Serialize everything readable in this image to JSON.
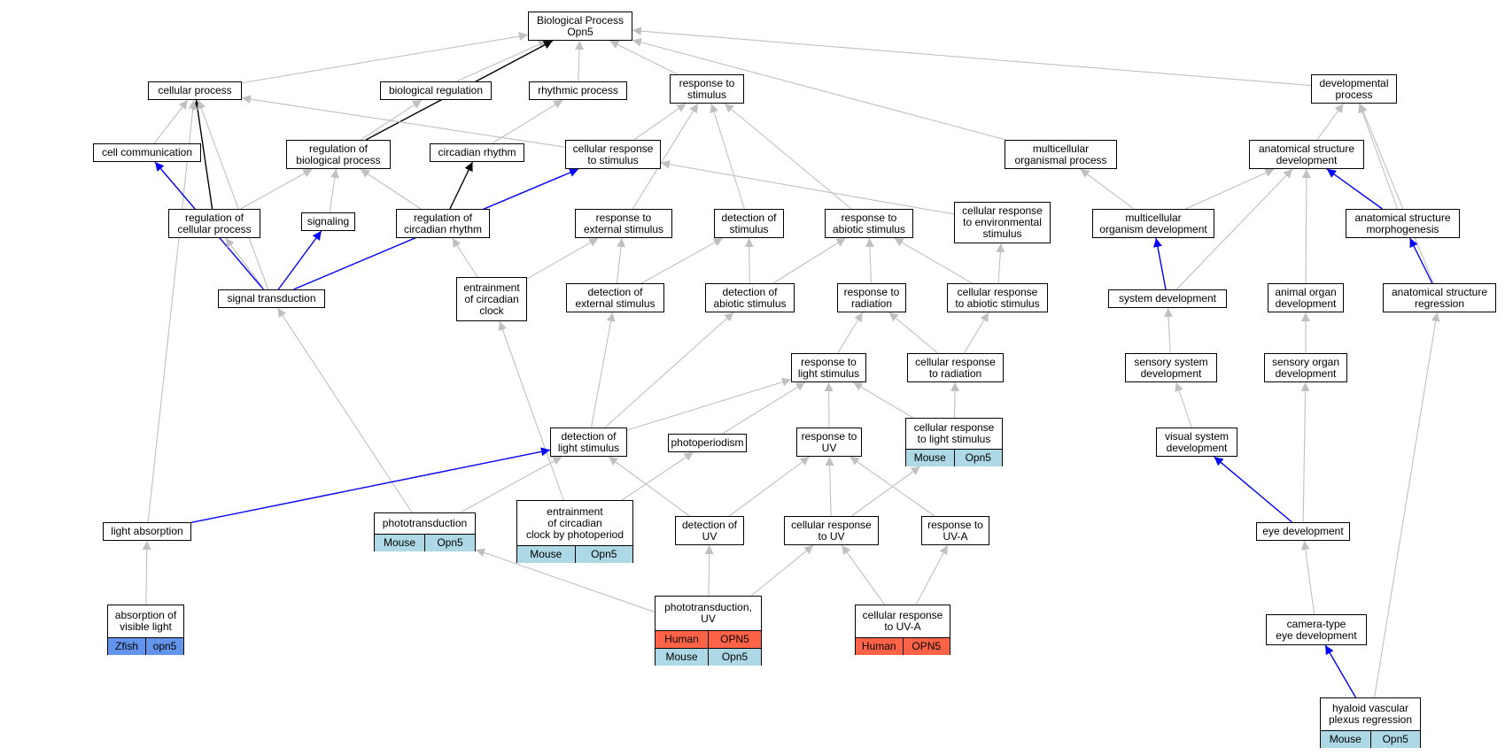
{
  "colors": {
    "gray_edge": "#c0c0c0",
    "black_edge": "#000000",
    "blue_edge": "#0000ff",
    "mouse_fill": "#add8e6",
    "human_fill": "#ff6347",
    "zfish_fill": "#6495ed"
  },
  "nodes": {
    "bp": {
      "label": "Biological Process\nOpn5"
    },
    "cellular_process": {
      "label": "cellular process"
    },
    "biological_regulation": {
      "label": "biological regulation"
    },
    "rhythmic_process": {
      "label": "rhythmic process"
    },
    "response_to_stimulus": {
      "label": "response to\nstimulus"
    },
    "developmental_process": {
      "label": "developmental\nprocess"
    },
    "cell_communication": {
      "label": "cell communication"
    },
    "regulation_of_biological_process": {
      "label": "regulation of\nbiological process"
    },
    "circadian_rhythm": {
      "label": "circadian rhythm"
    },
    "cellular_response_to_stimulus": {
      "label": "cellular response\nto stimulus"
    },
    "multicellular_organismal_process": {
      "label": "multicellular\norganismal process"
    },
    "anatomical_structure_development": {
      "label": "anatomical structure\ndevelopment"
    },
    "regulation_of_cellular_process": {
      "label": "regulation of\ncellular process"
    },
    "signaling": {
      "label": "signaling"
    },
    "regulation_of_circadian_rhythm": {
      "label": "regulation of\ncircadian rhythm"
    },
    "response_to_external_stimulus": {
      "label": "response to\nexternal stimulus"
    },
    "detection_of_stimulus": {
      "label": "detection of\nstimulus"
    },
    "response_to_abiotic_stimulus": {
      "label": "response to\nabiotic stimulus"
    },
    "cellular_response_to_environmental_stimulus": {
      "label": "cellular response\nto environmental\nstimulus"
    },
    "multicellular_organism_development": {
      "label": "multicellular\norganism development"
    },
    "anatomical_structure_morphogenesis": {
      "label": "anatomical structure\nmorphogenesis"
    },
    "signal_transduction": {
      "label": "signal transduction"
    },
    "entrainment_of_circadian_clock": {
      "label": "entrainment\nof circadian\nclock"
    },
    "detection_of_external_stimulus": {
      "label": "detection of\nexternal stimulus"
    },
    "detection_of_abiotic_stimulus": {
      "label": "detection of\nabiotic stimulus"
    },
    "response_to_radiation": {
      "label": "response to\nradiation"
    },
    "cellular_response_to_abiotic_stimulus": {
      "label": "cellular response\nto abiotic stimulus"
    },
    "system_development": {
      "label": "system development"
    },
    "animal_organ_development": {
      "label": "animal organ\ndevelopment"
    },
    "anatomical_structure_regression": {
      "label": "anatomical structure\nregression"
    },
    "response_to_light_stimulus": {
      "label": "response to\nlight stimulus"
    },
    "cellular_response_to_radiation": {
      "label": "cellular response\nto radiation"
    },
    "sensory_system_development": {
      "label": "sensory system\ndevelopment"
    },
    "sensory_organ_development": {
      "label": "sensory organ\ndevelopment"
    },
    "detection_of_light_stimulus": {
      "label": "detection of\nlight stimulus"
    },
    "photoperiodism": {
      "label": "photoperiodism"
    },
    "response_to_uv": {
      "label": "response to\nUV"
    },
    "cellular_response_to_light_stimulus": {
      "label": "cellular response\nto light stimulus",
      "genes": [
        [
          "Mouse",
          "Opn5"
        ]
      ]
    },
    "visual_system_development": {
      "label": "visual system\ndevelopment"
    },
    "light_absorption": {
      "label": "light absorption"
    },
    "phototransduction": {
      "label": "phototransduction",
      "genes": [
        [
          "Mouse",
          "Opn5"
        ]
      ]
    },
    "entrainment_by_photoperiod": {
      "label": "entrainment\nof circadian\nclock by photoperiod",
      "genes": [
        [
          "Mouse",
          "Opn5"
        ]
      ]
    },
    "detection_of_uv": {
      "label": "detection of\nUV"
    },
    "cellular_response_to_uv": {
      "label": "cellular response\nto UV"
    },
    "response_to_uva": {
      "label": "response to\nUV-A"
    },
    "eye_development": {
      "label": "eye development"
    },
    "absorption_of_visible_light": {
      "label": "absorption of\nvisible light",
      "genes": [
        [
          "Zfish",
          "opn5"
        ]
      ]
    },
    "phototransduction_uv": {
      "label": "phototransduction,\nUV",
      "genes": [
        [
          "Human",
          "OPN5"
        ],
        [
          "Mouse",
          "Opn5"
        ]
      ]
    },
    "cellular_response_to_uva": {
      "label": "cellular response\nto UV-A",
      "genes": [
        [
          "Human",
          "OPN5"
        ]
      ]
    },
    "camera_type_eye_development": {
      "label": "camera-type\neye development"
    },
    "hyaloid_vascular_plexus_regression": {
      "label": "hyaloid vascular\nplexus regression",
      "genes": [
        [
          "Mouse",
          "Opn5"
        ]
      ]
    }
  },
  "edges": [
    [
      "cellular_process",
      "bp",
      "gray"
    ],
    [
      "biological_regulation",
      "bp",
      "gray"
    ],
    [
      "rhythmic_process",
      "bp",
      "gray"
    ],
    [
      "response_to_stimulus",
      "bp",
      "gray"
    ],
    [
      "developmental_process",
      "bp",
      "gray"
    ],
    [
      "multicellular_organismal_process",
      "bp",
      "gray"
    ],
    [
      "regulation_of_biological_process",
      "bp",
      "black"
    ],
    [
      "cell_communication",
      "cellular_process",
      "gray"
    ],
    [
      "regulation_of_cellular_process",
      "cellular_process",
      "black"
    ],
    [
      "cellular_response_to_stimulus",
      "cellular_process",
      "gray"
    ],
    [
      "signal_transduction",
      "cellular_process",
      "gray"
    ],
    [
      "light_absorption",
      "cellular_process",
      "gray"
    ],
    [
      "regulation_of_biological_process",
      "biological_regulation",
      "gray"
    ],
    [
      "circadian_rhythm",
      "rhythmic_process",
      "gray"
    ],
    [
      "cellular_response_to_stimulus",
      "response_to_stimulus",
      "gray"
    ],
    [
      "response_to_external_stimulus",
      "response_to_stimulus",
      "gray"
    ],
    [
      "detection_of_stimulus",
      "response_to_stimulus",
      "gray"
    ],
    [
      "response_to_abiotic_stimulus",
      "response_to_stimulus",
      "gray"
    ],
    [
      "anatomical_structure_development",
      "developmental_process",
      "gray"
    ],
    [
      "anatomical_structure_morphogenesis",
      "developmental_process",
      "gray"
    ],
    [
      "anatomical_structure_regression",
      "developmental_process",
      "gray"
    ],
    [
      "signal_transduction",
      "cell_communication",
      "blue"
    ],
    [
      "regulation_of_cellular_process",
      "regulation_of_biological_process",
      "gray"
    ],
    [
      "signaling",
      "regulation_of_biological_process",
      "gray"
    ],
    [
      "regulation_of_circadian_rhythm",
      "regulation_of_biological_process",
      "gray"
    ],
    [
      "regulation_of_circadian_rhythm",
      "circadian_rhythm",
      "black"
    ],
    [
      "signal_transduction",
      "cellular_response_to_stimulus",
      "blue"
    ],
    [
      "cellular_response_to_environmental_stimulus",
      "cellular_response_to_stimulus",
      "gray"
    ],
    [
      "multicellular_organism_development",
      "multicellular_organismal_process",
      "gray"
    ],
    [
      "multicellular_organism_development",
      "anatomical_structure_development",
      "gray"
    ],
    [
      "anatomical_structure_morphogenesis",
      "anatomical_structure_development",
      "blue"
    ],
    [
      "system_development",
      "anatomical_structure_development",
      "gray"
    ],
    [
      "animal_organ_development",
      "anatomical_structure_development",
      "gray"
    ],
    [
      "signal_transduction",
      "regulation_of_cellular_process",
      "gray"
    ],
    [
      "signal_transduction",
      "signaling",
      "blue"
    ],
    [
      "entrainment_of_circadian_clock",
      "regulation_of_circadian_rhythm",
      "gray"
    ],
    [
      "detection_of_external_stimulus",
      "response_to_external_stimulus",
      "gray"
    ],
    [
      "entrainment_of_circadian_clock",
      "response_to_external_stimulus",
      "gray"
    ],
    [
      "detection_of_external_stimulus",
      "detection_of_stimulus",
      "gray"
    ],
    [
      "detection_of_abiotic_stimulus",
      "detection_of_stimulus",
      "gray"
    ],
    [
      "detection_of_abiotic_stimulus",
      "response_to_abiotic_stimulus",
      "gray"
    ],
    [
      "response_to_radiation",
      "response_to_abiotic_stimulus",
      "gray"
    ],
    [
      "cellular_response_to_abiotic_stimulus",
      "response_to_abiotic_stimulus",
      "gray"
    ],
    [
      "cellular_response_to_abiotic_stimulus",
      "cellular_response_to_environmental_stimulus",
      "gray"
    ],
    [
      "system_development",
      "multicellular_organism_development",
      "blue"
    ],
    [
      "anatomical_structure_regression",
      "anatomical_structure_morphogenesis",
      "blue"
    ],
    [
      "phototransduction",
      "signal_transduction",
      "gray"
    ],
    [
      "entrainment_by_photoperiod",
      "entrainment_of_circadian_clock",
      "gray"
    ],
    [
      "detection_of_light_stimulus",
      "detection_of_external_stimulus",
      "gray"
    ],
    [
      "detection_of_light_stimulus",
      "detection_of_abiotic_stimulus",
      "gray"
    ],
    [
      "response_to_light_stimulus",
      "response_to_radiation",
      "gray"
    ],
    [
      "cellular_response_to_radiation",
      "response_to_radiation",
      "gray"
    ],
    [
      "cellular_response_to_radiation",
      "cellular_response_to_abiotic_stimulus",
      "gray"
    ],
    [
      "sensory_system_development",
      "system_development",
      "gray"
    ],
    [
      "sensory_organ_development",
      "animal_organ_development",
      "gray"
    ],
    [
      "hyaloid_vascular_plexus_regression",
      "anatomical_structure_regression",
      "gray"
    ],
    [
      "detection_of_light_stimulus",
      "response_to_light_stimulus",
      "gray"
    ],
    [
      "photoperiodism",
      "response_to_light_stimulus",
      "gray"
    ],
    [
      "response_to_uv",
      "response_to_light_stimulus",
      "gray"
    ],
    [
      "cellular_response_to_light_stimulus",
      "response_to_light_stimulus",
      "gray"
    ],
    [
      "cellular_response_to_light_stimulus",
      "cellular_response_to_radiation",
      "gray"
    ],
    [
      "visual_system_development",
      "sensory_system_development",
      "gray"
    ],
    [
      "eye_development",
      "sensory_organ_development",
      "gray"
    ],
    [
      "light_absorption",
      "detection_of_light_stimulus",
      "blue"
    ],
    [
      "phototransduction",
      "detection_of_light_stimulus",
      "gray"
    ],
    [
      "detection_of_uv",
      "detection_of_light_stimulus",
      "gray"
    ],
    [
      "entrainment_by_photoperiod",
      "photoperiodism",
      "gray"
    ],
    [
      "detection_of_uv",
      "response_to_uv",
      "gray"
    ],
    [
      "cellular_response_to_uv",
      "response_to_uv",
      "gray"
    ],
    [
      "response_to_uva",
      "response_to_uv",
      "gray"
    ],
    [
      "cellular_response_to_uv",
      "cellular_response_to_light_stimulus",
      "gray"
    ],
    [
      "eye_development",
      "visual_system_development",
      "blue"
    ],
    [
      "absorption_of_visible_light",
      "light_absorption",
      "gray"
    ],
    [
      "phototransduction_uv",
      "phototransduction",
      "gray"
    ],
    [
      "phototransduction_uv",
      "detection_of_uv",
      "gray"
    ],
    [
      "phototransduction_uv",
      "cellular_response_to_uv",
      "gray"
    ],
    [
      "cellular_response_to_uva",
      "cellular_response_to_uv",
      "gray"
    ],
    [
      "cellular_response_to_uva",
      "response_to_uva",
      "gray"
    ],
    [
      "camera_type_eye_development",
      "eye_development",
      "gray"
    ],
    [
      "hyaloid_vascular_plexus_regression",
      "camera_type_eye_development",
      "blue"
    ]
  ]
}
